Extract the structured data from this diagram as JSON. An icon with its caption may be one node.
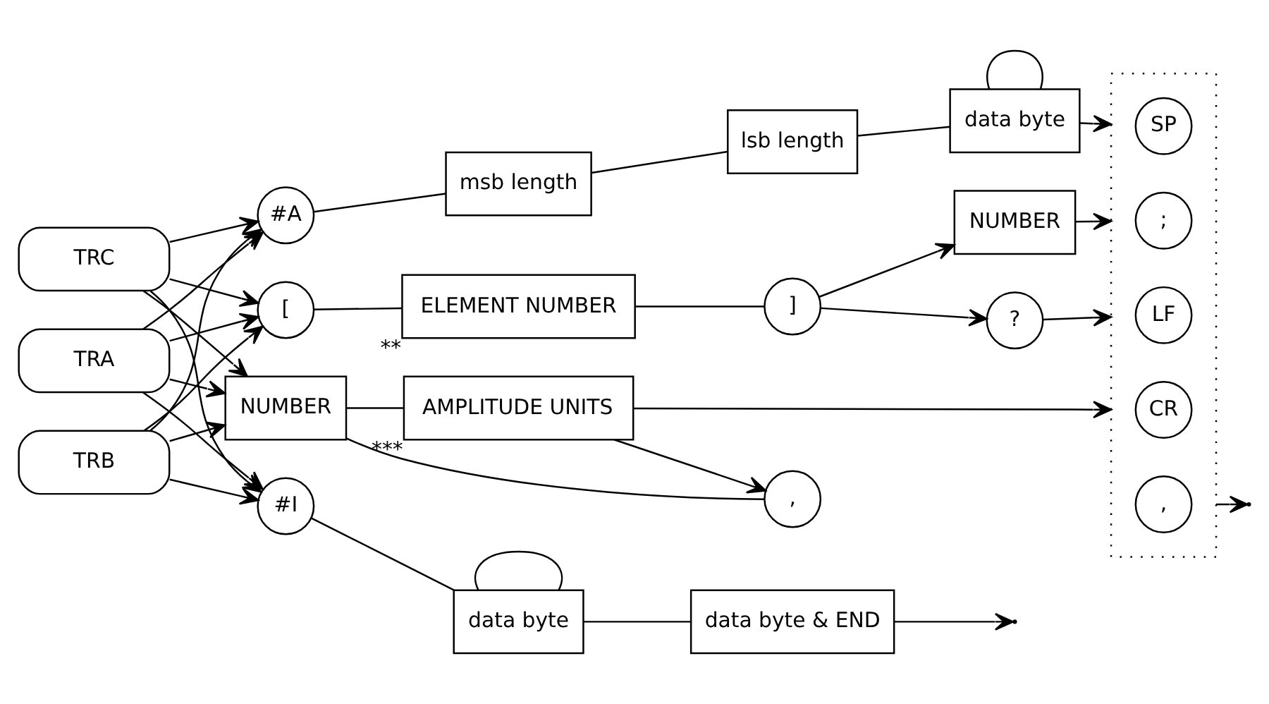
{
  "diagram": {
    "nodes": [
      {
        "text": [
          "TRA"
        ]
      },
      {
        "text": [
          "TRB"
        ]
      },
      {
        "text": [
          "TRC"
        ]
      },
      {
        "text": [
          "["
        ]
      },
      {
        "text": [
          "ELEMENT NUMBER"
        ],
        "beside": [
          "**"
        ]
      },
      {
        "text": [
          "]"
        ]
      },
      {
        "text": [
          "NUMBER"
        ]
      },
      {
        "text": [
          "?"
        ]
      },
      {
        "text": [
          "NUMBER"
        ]
      },
      {
        "text": [
          "AMPLITUDE UNITS"
        ],
        "beside": [
          "***"
        ]
      },
      {
        "text": [
          ","
        ]
      },
      {
        "text": [
          "#A"
        ]
      },
      {
        "text": [
          "msb length"
        ]
      },
      {
        "text": [
          "lsb length"
        ]
      },
      {
        "text": [
          "data byte"
        ]
      },
      {
        "text": [
          "#I"
        ]
      },
      {
        "text": [
          "data byte"
        ]
      },
      {
        "text": [
          "data byte & END"
        ]
      },
      {
        "text": [],
        "shape": "box"
      },
      {
        "text": [
          ";"
        ],
        "in": 18
      },
      {
        "text": [
          "LF"
        ],
        "in": 18
      },
      {
        "text": [
          "CR"
        ],
        "in": 18
      },
      {
        "text": [
          "SP"
        ],
        "in": 18
      },
      {
        "text": [
          ","
        ],
        "in": 18
      }
    ],
    "edges": [
      {
        "from": 0,
        "to": 3,
        "arrow": "to"
      },
      {
        "from": 1,
        "to": 3,
        "arrow": "to"
      },
      {
        "from": 2,
        "to": 3,
        "arrow": "to"
      },
      {
        "from": 0,
        "to": 8,
        "arrow": "to"
      },
      {
        "from": 1,
        "to": 8,
        "arrow": "to"
      },
      {
        "from": 2,
        "to": 8,
        "arrow": "to"
      },
      {
        "from": 0,
        "to": 11,
        "arrow": "to"
      },
      {
        "from": 1,
        "to": 11,
        "arrow": "to"
      },
      {
        "from": 2,
        "to": 11,
        "arrow": "to"
      },
      {
        "from": 0,
        "to": 15,
        "arrow": "to"
      },
      {
        "from": 1,
        "to": 15,
        "arrow": "to"
      },
      {
        "from": 2,
        "to": 15,
        "arrow": "to"
      },
      {
        "from": 3,
        "to": 4,
        "arrow": "none"
      },
      {
        "from": 4,
        "to": 5,
        "arrow": "none"
      },
      {
        "from": 5,
        "to": 6,
        "arrow": "to"
      },
      {
        "from": 5,
        "to": 7,
        "arrow": "to"
      },
      {
        "from": 6,
        "to": 18,
        "arrow": "to"
      },
      {
        "from": 7,
        "to": 18,
        "arrow": "to"
      },
      {
        "from": 8,
        "to": 9,
        "arrow": "none"
      },
      {
        "from": 9,
        "to": 10,
        "arrow": "to"
      },
      {
        "from": 10,
        "to": 8,
        "arrow": "none"
      },
      {
        "from": 9,
        "to": 18,
        "arrow": "to"
      },
      {
        "from": 11,
        "to": 12,
        "arrow": "none"
      },
      {
        "from": 12,
        "to": 13,
        "arrow": "none"
      },
      {
        "from": 13,
        "to": 14,
        "arrow": "none"
      },
      {
        "from": 14,
        "to": 14,
        "arrow": "none"
      },
      {
        "from": 14,
        "to": 18,
        "arrow": "to"
      },
      {
        "from": 15,
        "to": 16,
        "arrow": "none"
      },
      {
        "from": 16,
        "to": 16,
        "arrow": "none"
      },
      {
        "from": 16,
        "to": 17,
        "arrow": "none"
      },
      {
        "from": 17,
        "to": null,
        "arrow": "to"
      },
      {
        "from": 18,
        "to": null,
        "arrow": "to"
      }
    ]
  }
}
